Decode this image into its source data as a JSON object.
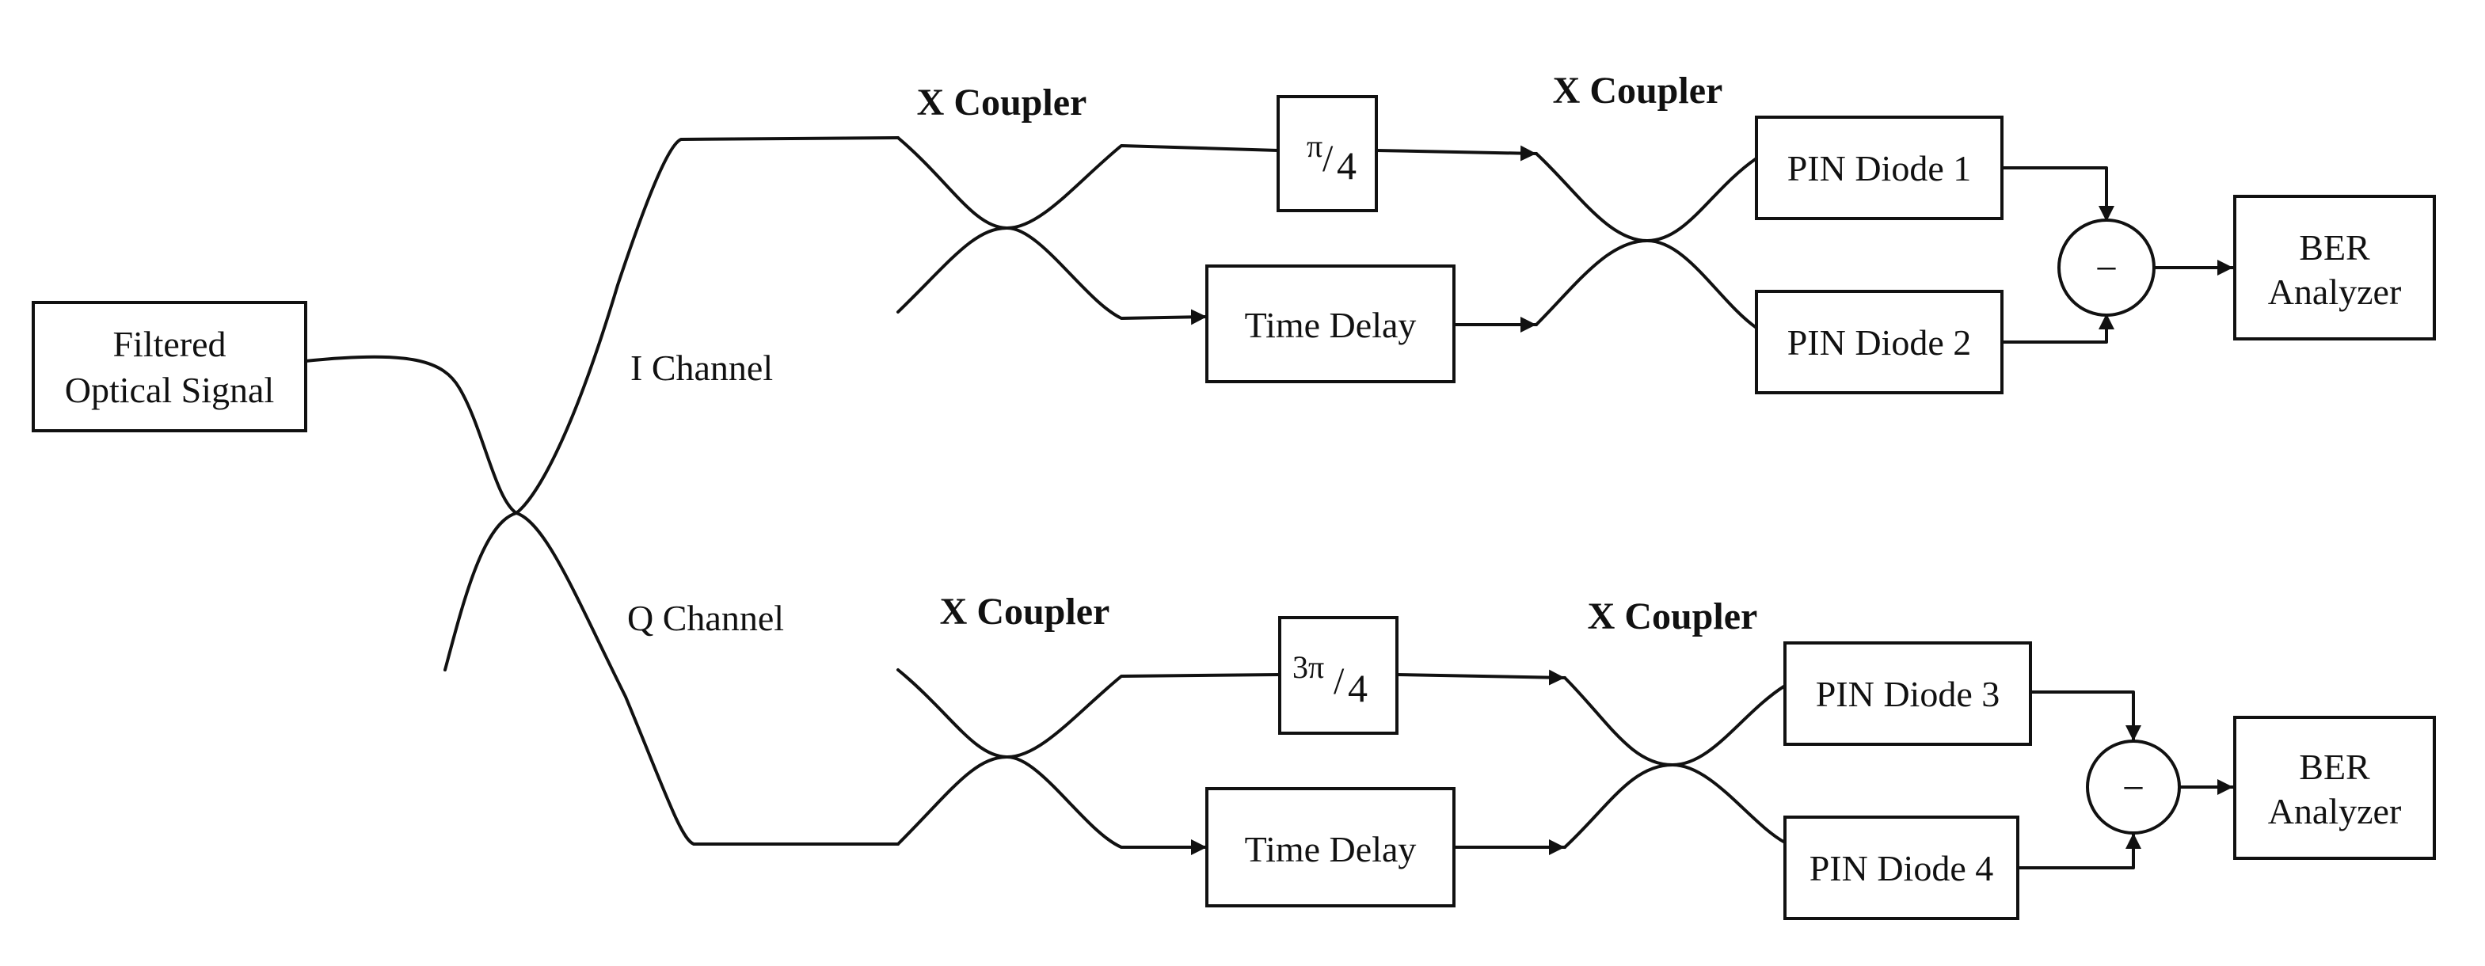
{
  "source": {
    "line1": "Filtered",
    "line2": "Optical Signal"
  },
  "channels": {
    "i_label": "I Channel",
    "q_label": "Q Channel"
  },
  "couplers": {
    "i_first": "X Coupler",
    "i_second": "X Coupler",
    "q_first": "X Coupler",
    "q_second": "X Coupler"
  },
  "phase_shifters": {
    "i": {
      "num": "π",
      "den": "4"
    },
    "q": {
      "num": "3π",
      "den": "4"
    }
  },
  "delays": {
    "i": "Time Delay",
    "q": "Time Delay"
  },
  "diodes": [
    "PIN Diode 1",
    "PIN Diode 2",
    "PIN Diode 3",
    "PIN Diode 4"
  ],
  "subtractor_symbol": "−",
  "analyzers": {
    "top": {
      "line1": "BER",
      "line2": "Analyzer"
    },
    "bottom": {
      "line1": "BER",
      "line2": "Analyzer"
    }
  }
}
